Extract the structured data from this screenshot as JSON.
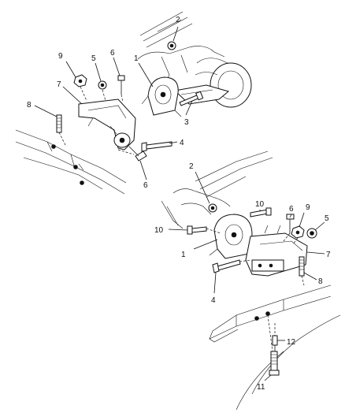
{
  "diagram": {
    "callouts": [
      {
        "id": "c1-top",
        "label": "1"
      },
      {
        "id": "c2-top",
        "label": "2"
      },
      {
        "id": "c3-top",
        "label": "3"
      },
      {
        "id": "c4-top",
        "label": "4"
      },
      {
        "id": "c5-top",
        "label": "5"
      },
      {
        "id": "c6-top-a",
        "label": "6"
      },
      {
        "id": "c6-top-b",
        "label": "6"
      },
      {
        "id": "c7-top",
        "label": "7"
      },
      {
        "id": "c8-top",
        "label": "8"
      },
      {
        "id": "c9-top",
        "label": "9"
      },
      {
        "id": "c1-bot",
        "label": "1"
      },
      {
        "id": "c2-bot",
        "label": "2"
      },
      {
        "id": "c4-bot",
        "label": "4"
      },
      {
        "id": "c5-bot",
        "label": "5"
      },
      {
        "id": "c6-bot",
        "label": "6"
      },
      {
        "id": "c7-bot",
        "label": "7"
      },
      {
        "id": "c8-bot",
        "label": "8"
      },
      {
        "id": "c9-bot",
        "label": "9"
      },
      {
        "id": "c10-bot-a",
        "label": "10"
      },
      {
        "id": "c10-bot-b",
        "label": "10"
      },
      {
        "id": "c11-bot",
        "label": "11"
      },
      {
        "id": "c12-bot",
        "label": "12"
      }
    ]
  }
}
